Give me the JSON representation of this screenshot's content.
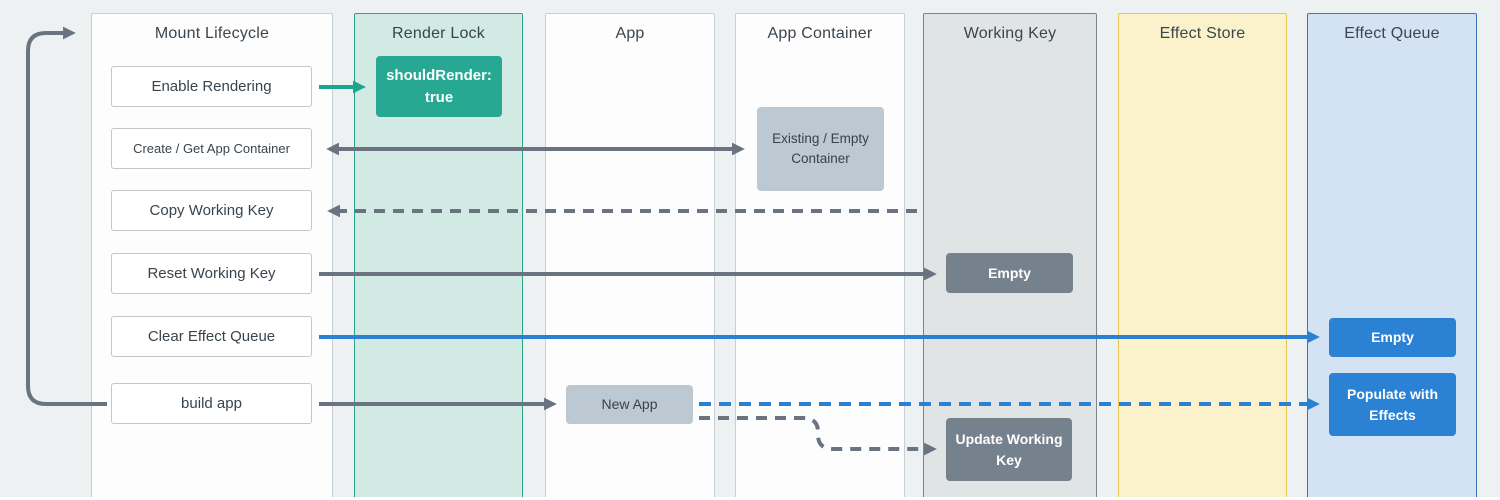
{
  "diagram": {
    "lanes": {
      "mount_lifecycle": {
        "title": "Mount Lifecycle",
        "steps": [
          "Enable Rendering",
          "Create / Get App Container",
          "Copy Working Key",
          "Reset Working Key",
          "Clear Effect Queue",
          "build app"
        ]
      },
      "render_lock": {
        "title": "Render Lock",
        "node": "shouldRender: true"
      },
      "app": {
        "title": "App",
        "node": "New App"
      },
      "app_container": {
        "title": "App Container",
        "node": "Existing / Empty Container"
      },
      "working_key": {
        "title": "Working Key",
        "node_empty": "Empty",
        "node_update": "Update Working Key"
      },
      "effect_store": {
        "title": "Effect Store"
      },
      "effect_queue": {
        "title": "Effect Queue",
        "node_empty": "Empty",
        "node_populate": "Populate with Effects"
      }
    },
    "colors": {
      "background": "#edf1f2",
      "teal_accent": "#26a893",
      "teal_lane_fill": "#d1eae3",
      "gray_lane_fill": "#e1e4e5",
      "yellow_lane_fill": "#fbf1ca",
      "yellow_lane_border": "#e9c455",
      "blue_lane_fill": "#d3e3f3",
      "blue_accent": "#2b81d3",
      "slate_node": "#75818d",
      "grayblue_node": "#bdc9d2",
      "arrow_gray": "#6a7480",
      "arrow_blue": "#2b80d2",
      "arrow_teal": "#18a68e",
      "text_dark": "#39444d"
    }
  }
}
